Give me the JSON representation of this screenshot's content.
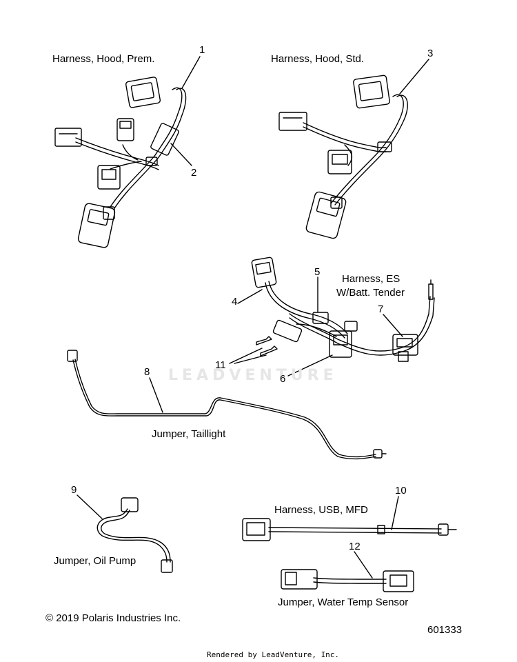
{
  "labels": {
    "hood_prem": "Harness, Hood, Prem.",
    "hood_std": "Harness, Hood, Std.",
    "es_line1": "Harness, ES",
    "es_line2": "W/Batt. Tender",
    "taillight": "Jumper, Taillight",
    "oil_pump": "Jumper, Oil Pump",
    "usb_mfd": "Harness, USB, MFD",
    "water_temp": "Jumper, Water Temp Sensor"
  },
  "callouts": [
    "1",
    "2",
    "3",
    "4",
    "5",
    "6",
    "7",
    "8",
    "9",
    "10",
    "11",
    "12"
  ],
  "watermark": "LEADVENTURE",
  "copyright": "© 2019 Polaris Industries Inc.",
  "diagram_number": "601333",
  "render_credit": "Rendered by LeadVenture, Inc.",
  "colors": {
    "line": "#000000",
    "watermark": "#e6e6e6"
  }
}
